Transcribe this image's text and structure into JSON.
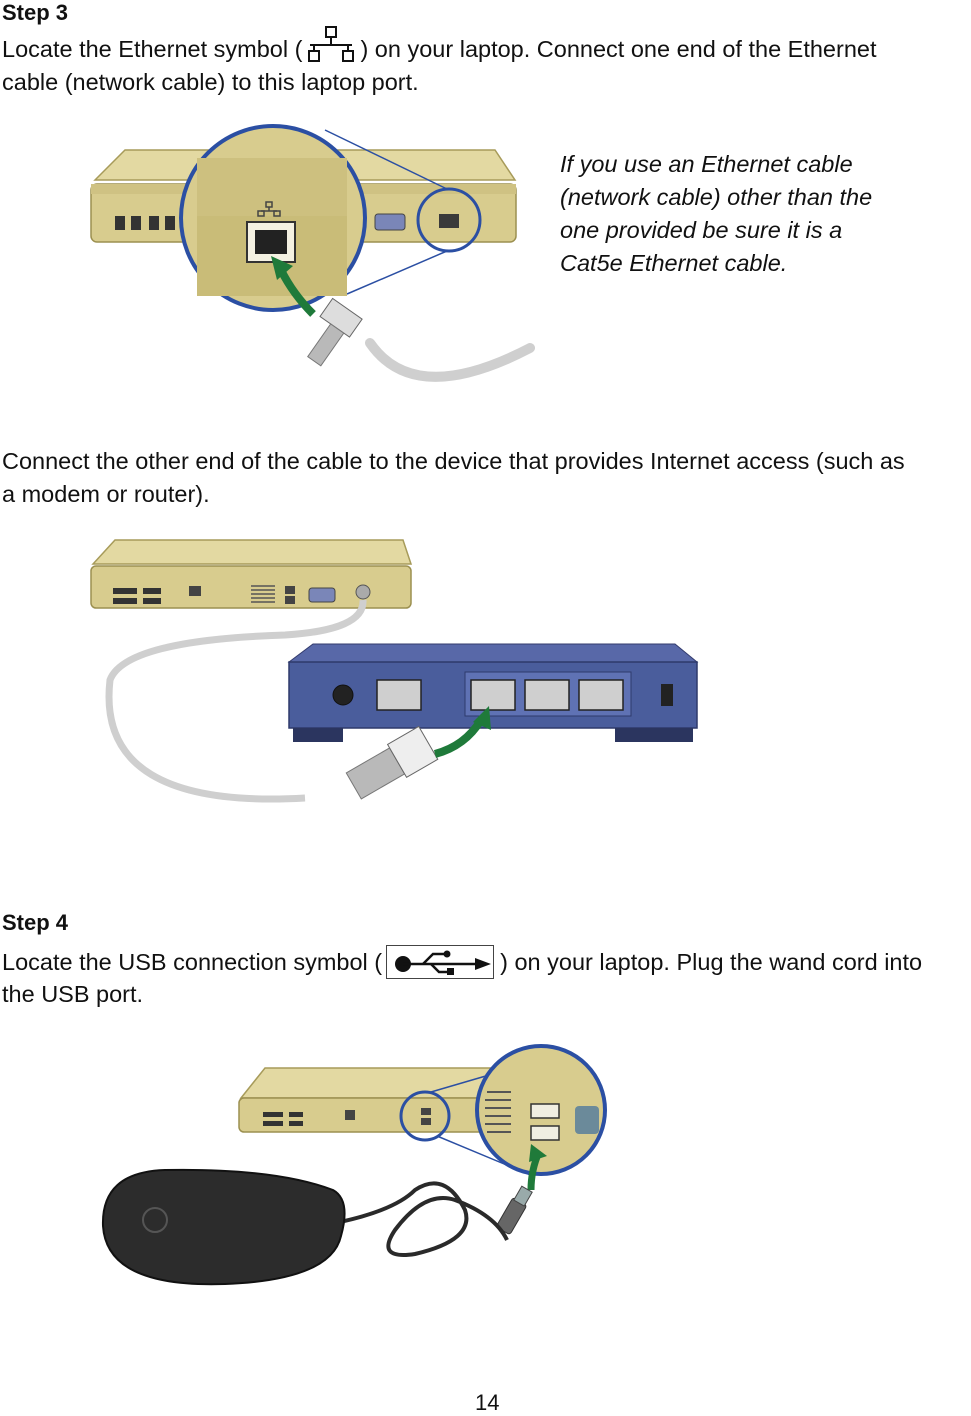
{
  "step3": {
    "heading": "Step 3",
    "line1_before": "Locate the Ethernet symbol (",
    "line1_after": ") on your laptop. Connect one end of the Ethernet",
    "line2": "cable (network cable) to this laptop port.",
    "note_lines": [
      "If you use an Ethernet cable",
      "(network cable) other than the",
      "one provided be sure it is a",
      "Cat5e Ethernet cable."
    ],
    "connect_line1": "Connect the other end of the cable to the device that provides Internet access (such as",
    "connect_line2": "a modem or router)."
  },
  "step4": {
    "heading": "Step 4",
    "line1_before": "Locate the USB connection symbol (",
    "line1_after": ") on your laptop. Plug the wand cord into",
    "line2": "the USB port."
  },
  "icons": {
    "ethernet_symbol": "ethernet-icon",
    "usb_symbol": "usb-icon",
    "arrow": "green-arrow-icon"
  },
  "colors": {
    "arrow_green": "#1f7a3a",
    "zoom_blue": "#2b4fa3",
    "router_blue": "#4a5d9c",
    "laptop_gold": "#d8cc8e"
  },
  "page": {
    "number": "14"
  }
}
